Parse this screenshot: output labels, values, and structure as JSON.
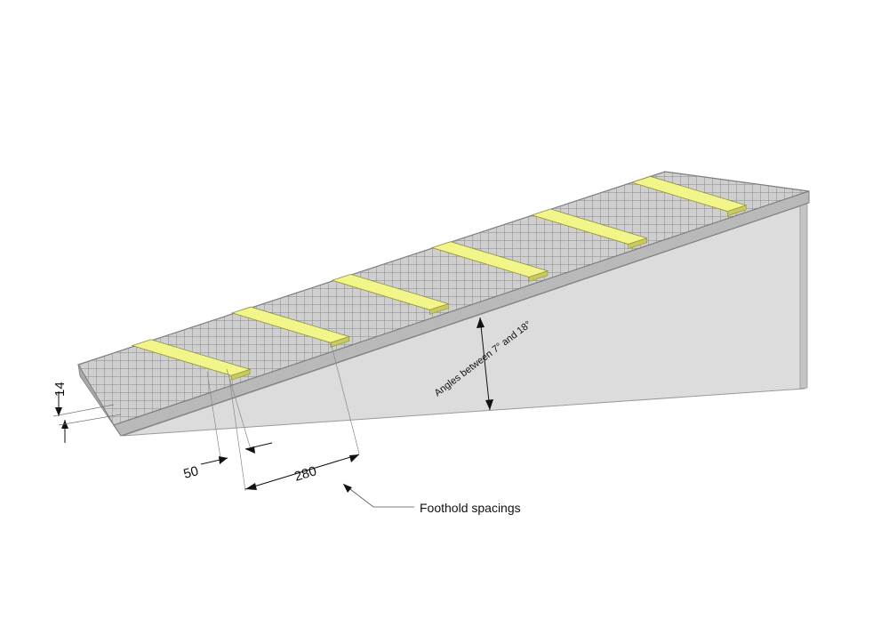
{
  "diagram": {
    "labels": {
      "thickness": "14",
      "foothold_width": "50",
      "foothold_spacing": "280",
      "angle_note": "Angles between 7° and 18°",
      "callout": "Foothold spacings"
    },
    "colors": {
      "background": "#ffffff",
      "grating_fill": "#c9c9c9",
      "grating_lines": "#8a8a8a",
      "ramp_side": "#d9d9d9",
      "ramp_front": "#bdbdbd",
      "foothold": "#f2f58a",
      "foothold_shadow": "#c9c964",
      "dimension_line": "#111111"
    },
    "foothold_count": 6
  }
}
